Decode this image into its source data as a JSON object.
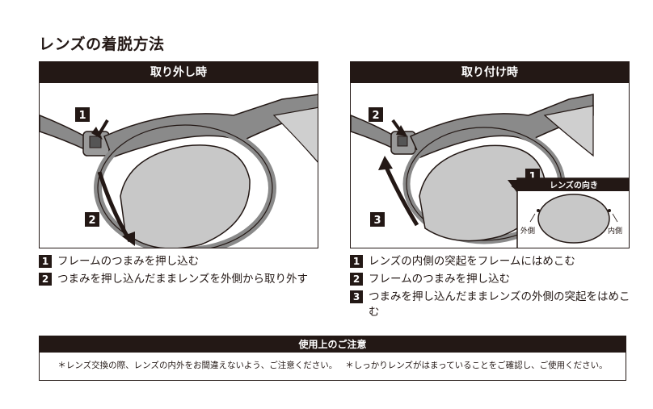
{
  "title": "レンズの着脱方法",
  "removal": {
    "header": "取り外し時",
    "badges": [
      "1",
      "2"
    ],
    "steps": [
      {
        "num": "1",
        "text": "フレームのつまみを押し込む"
      },
      {
        "num": "2",
        "text": "つまみを押し込んだままレンズを外側から取り外す"
      }
    ]
  },
  "attach": {
    "header": "取り付け時",
    "badges": [
      "2",
      "1",
      "3"
    ],
    "inset": {
      "title": "レンズの向き",
      "outer_label": "外側",
      "inner_label": "内側"
    },
    "steps": [
      {
        "num": "1",
        "text": "レンズの内側の突起をフレームにはめこむ"
      },
      {
        "num": "2",
        "text": "フレームのつまみを押し込む"
      },
      {
        "num": "3",
        "text": "つまみを押し込んだままレンズの外側の突起をはめこむ"
      }
    ]
  },
  "notice": {
    "header": "使用上のご注意",
    "items": [
      "＊レンズ交換の際、レンズの内外をお間違えないよう、ご注意ください。",
      "＊しっかりレンズがはまっていることをご確認し、ご使用ください。"
    ]
  },
  "colors": {
    "ink": "#231815",
    "frame": "#8a8a8a",
    "lens": "#c8c8c8"
  }
}
